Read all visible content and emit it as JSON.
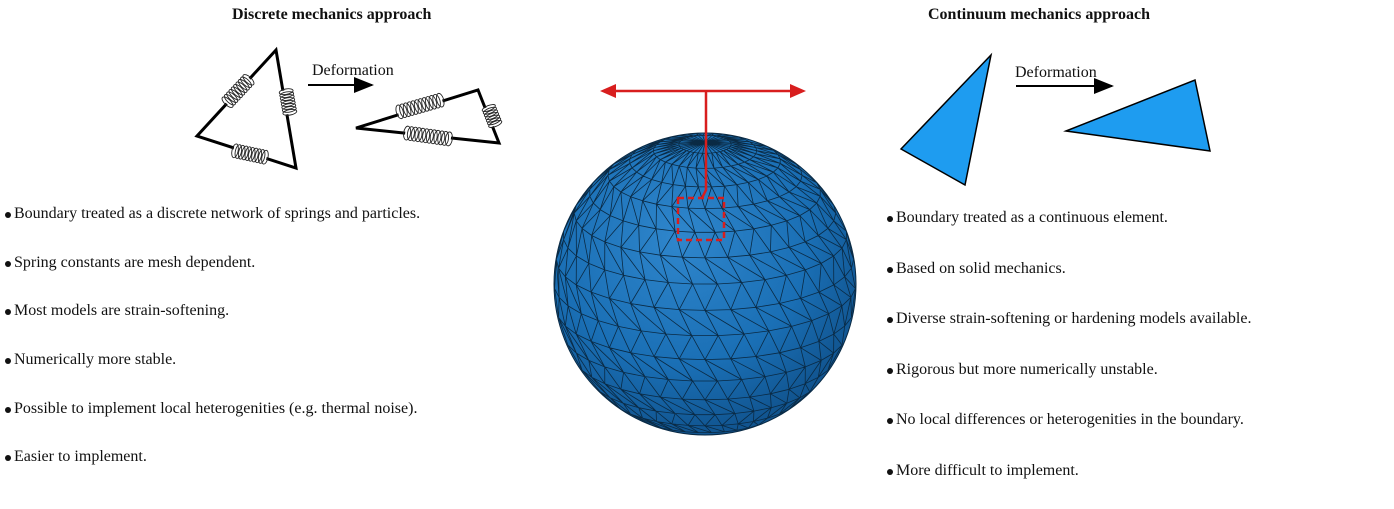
{
  "left": {
    "title": "Discrete mechanics approach",
    "deformation_label": "Deformation",
    "bullets": [
      "Boundary treated as a discrete network of springs and particles.",
      "Spring constants are mesh dependent.",
      "Most models are strain-softening.",
      "Numerically more stable.",
      "Possible to implement local heterogenities (e.g. thermal noise).",
      "Easier to implement."
    ]
  },
  "right": {
    "title": "Continuum mechanics approach",
    "deformation_label": "Deformation",
    "bullets": [
      "Boundary treated as a continuous element.",
      "Based on solid mechanics.",
      "Diverse strain-softening or hardening models available.",
      "Rigorous but more numerically unstable.",
      "No local differences or heterogenities in the boundary.",
      "More difficult to implement."
    ]
  },
  "colors": {
    "sphere": "#1a6fb5",
    "triangle_fill": "#1e9cf0",
    "highlight": "#d81e1e"
  }
}
